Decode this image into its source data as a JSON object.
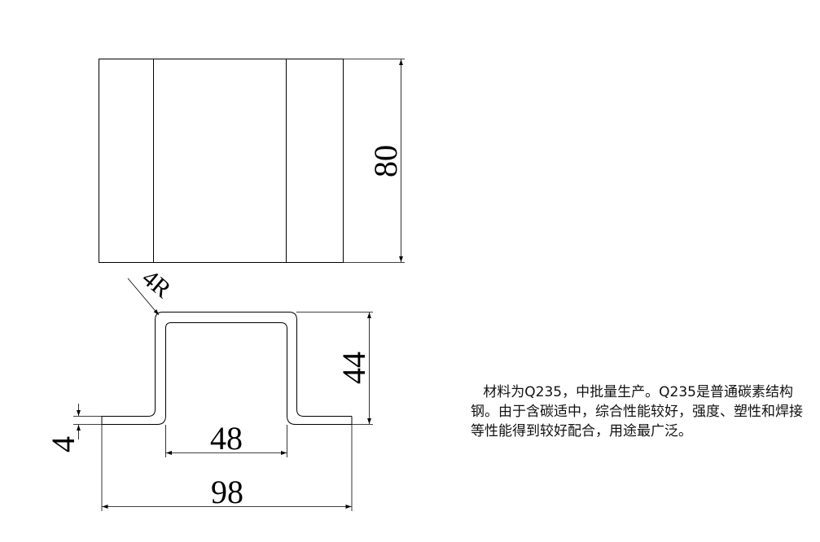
{
  "drawing": {
    "top_view_height": "80",
    "bend_radius": "4R",
    "profile_height": "44",
    "thickness": "4",
    "inner_width": "48",
    "overall_width": "98"
  },
  "description": "材料为Q235，中批量生产。Q235是普通碳素结构钢。由于含碳适中，综合性能较好，强度、塑性和焊接等性能得到较好配合，用途最广泛。",
  "colors": {
    "line": "#000000",
    "background": "#ffffff"
  }
}
